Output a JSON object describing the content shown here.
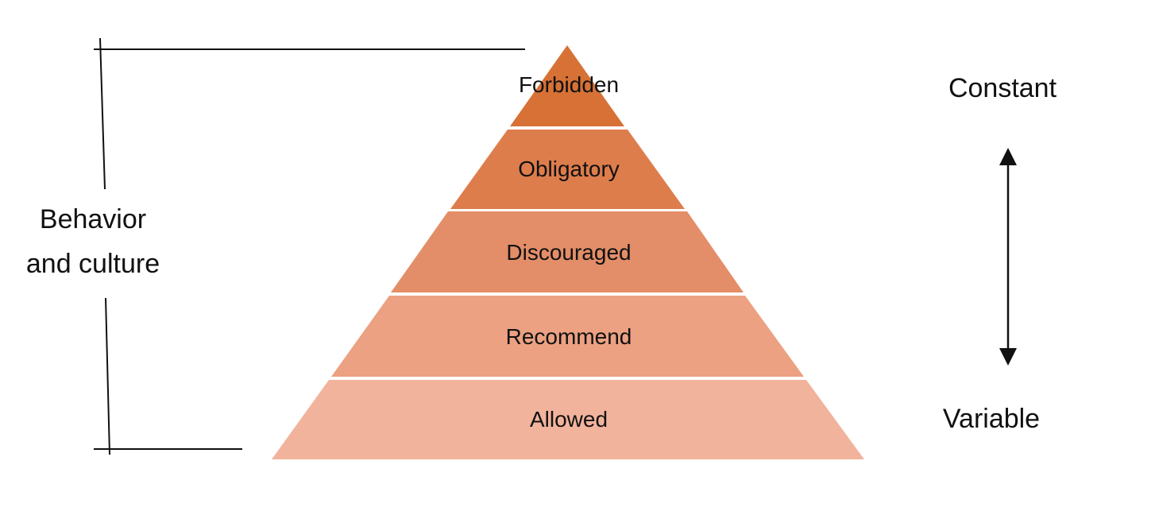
{
  "left_label": {
    "line1": "Behavior",
    "line2": "and culture"
  },
  "right_labels": {
    "top": "Constant",
    "bottom": "Variable"
  },
  "pyramid": {
    "layers": [
      {
        "label": "Forbidden",
        "color": "#D77136"
      },
      {
        "label": "Obligatory",
        "color": "#DE7D4C"
      },
      {
        "label": "Discouraged",
        "color": "#E38E68"
      },
      {
        "label": "Recommend",
        "color": "#EBA182"
      },
      {
        "label": "Allowed",
        "color": "#F2B39C"
      }
    ]
  },
  "icons": {
    "scale_arrow": "double-headed-vertical-arrow-icon",
    "bracket": "left-bracket-lines"
  }
}
